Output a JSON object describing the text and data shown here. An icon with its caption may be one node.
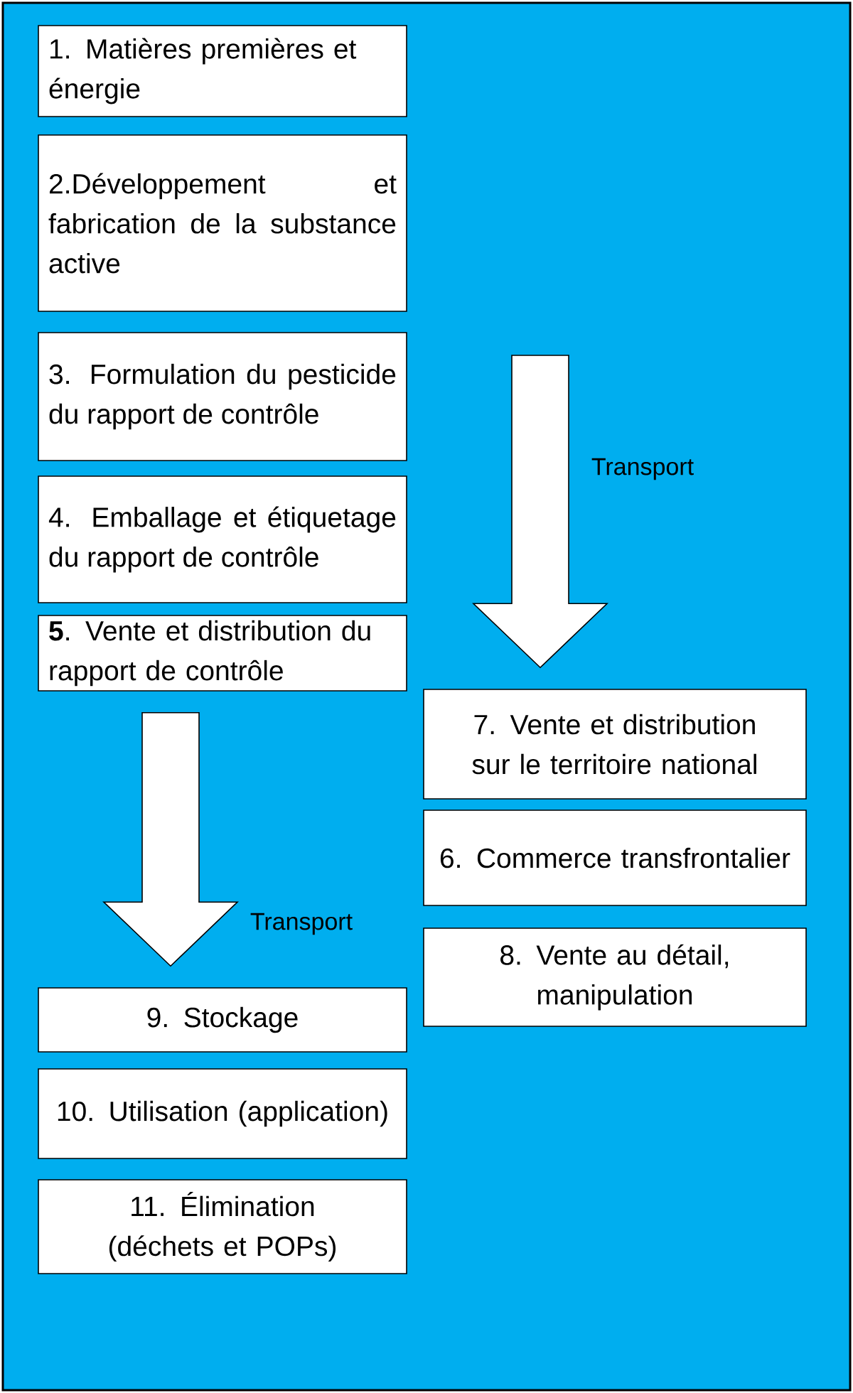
{
  "diagram": {
    "nodes": [
      {
        "text": [
          "1. Matières premières et énergie"
        ]
      },
      {
        "text": [
          "2.Développement et fabrication de la substance active"
        ]
      },
      {
        "text": [
          "3. Formulation du pesticide du rapport de contrôle"
        ]
      },
      {
        "text": [
          "4. Emballage et étiquetage du rapport de contrôle"
        ]
      },
      {
        "text": [
          "**5**. Vente et distribution du rapport de contrôle"
        ]
      },
      {
        "text": [
          "7. Vente et distribution sur le territoire national"
        ]
      },
      {
        "text": [
          "6. Commerce transfrontalier"
        ]
      },
      {
        "text": [
          "8. Vente au détail, manipulation"
        ]
      },
      {
        "text": [
          "9. Stockage"
        ]
      },
      {
        "text": [
          "10. Utilisation (application)"
        ]
      },
      {
        "text": [
          "11. Élimination (déchets et POPs)"
        ]
      }
    ],
    "edges": [
      {
        "from": null,
        "to": 5,
        "arrow": "to",
        "label": "Transport"
      },
      {
        "from": 4,
        "to": 8,
        "arrow": "to",
        "label": "Transport"
      }
    ]
  }
}
